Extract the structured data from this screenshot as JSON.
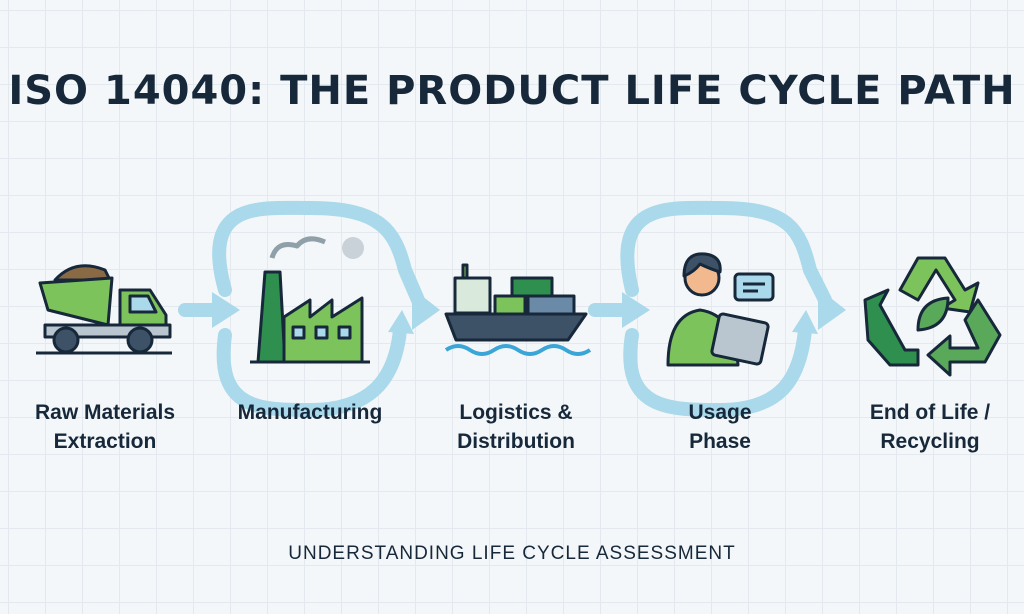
{
  "title": "ISO 14040: THE PRODUCT LIFE CYCLE PATH",
  "subtitle": "UNDERSTANDING LIFE CYCLE ASSESSMENT",
  "stages": [
    {
      "line1": "Raw Materials",
      "line2": "Extraction",
      "icon": "dump-truck-icon"
    },
    {
      "line1": "Manufacturing",
      "line2": "",
      "icon": "factory-icon"
    },
    {
      "line1": "Logistics &",
      "line2": "Distribution",
      "icon": "cargo-ship-icon"
    },
    {
      "line1": "Usage",
      "line2": "Phase",
      "icon": "person-tablet-icon"
    },
    {
      "line1": "End of Life /",
      "line2": "Recycling",
      "icon": "recycle-icon"
    }
  ],
  "colors": {
    "arrow": "#a9d9ea",
    "green": "#7dc35b",
    "darkgreen": "#2f8f4e",
    "navy": "#16283a"
  }
}
